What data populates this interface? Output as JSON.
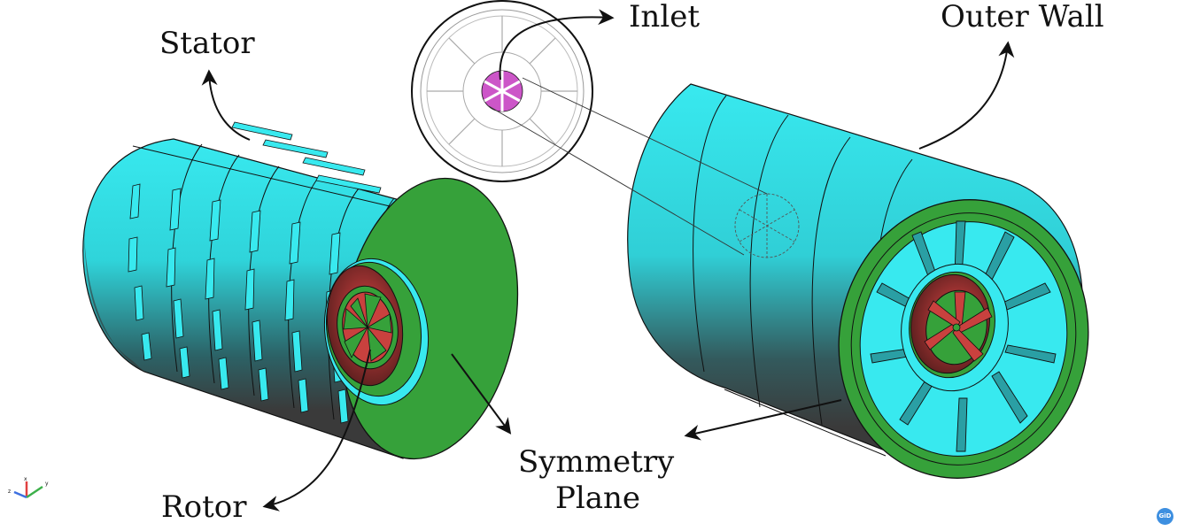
{
  "labels": {
    "stator": "Stator",
    "inlet": "Inlet",
    "outer_wall": "Outer Wall",
    "rotor": "Rotor",
    "symmetry_plane_line1": "Symmetry",
    "symmetry_plane_line2": "Plane"
  },
  "axes_widget": {
    "x": "x",
    "y": "y",
    "z": "z"
  },
  "badge": {
    "text": "GiD"
  },
  "colors": {
    "cyan_surface": "#38e9ef",
    "dark_shade": "#3a3a3a",
    "green_face": "#36a13a",
    "red_blade": "#c9413e",
    "inlet_magenta": "#cc56c8"
  }
}
